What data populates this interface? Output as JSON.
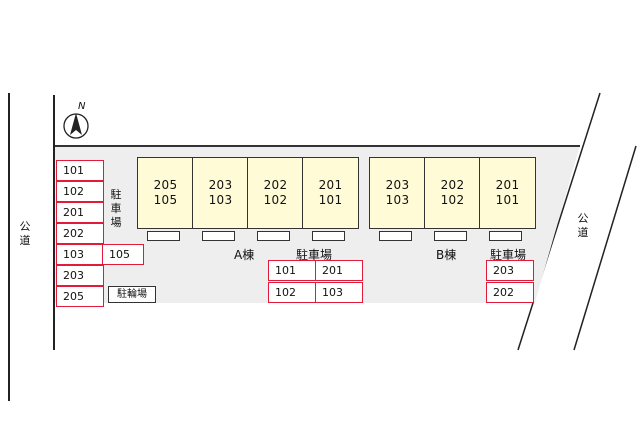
{
  "roads": {
    "left_label": "公道",
    "right_label": "公道"
  },
  "compass": {
    "label": "N"
  },
  "buildings": [
    {
      "name": "A棟",
      "units": [
        {
          "upper": "205",
          "lower": "105"
        },
        {
          "upper": "203",
          "lower": "103"
        },
        {
          "upper": "202",
          "lower": "102"
        },
        {
          "upper": "201",
          "lower": "101"
        }
      ]
    },
    {
      "name": "B棟",
      "units": [
        {
          "upper": "203",
          "lower": "103"
        },
        {
          "upper": "202",
          "lower": "102"
        },
        {
          "upper": "201",
          "lower": "101"
        }
      ]
    }
  ],
  "parking": {
    "west_label": "駐車場",
    "west_spaces": [
      "101",
      "102",
      "201",
      "202",
      "103",
      "203",
      "205"
    ],
    "west_extra": "105",
    "center_label": "駐車場",
    "center_spaces": [
      "101",
      "201",
      "102",
      "103"
    ],
    "east_label": "駐車場",
    "east_spaces": [
      "203",
      "202"
    ]
  },
  "bicycle_parking": {
    "label": "駐輪場"
  }
}
